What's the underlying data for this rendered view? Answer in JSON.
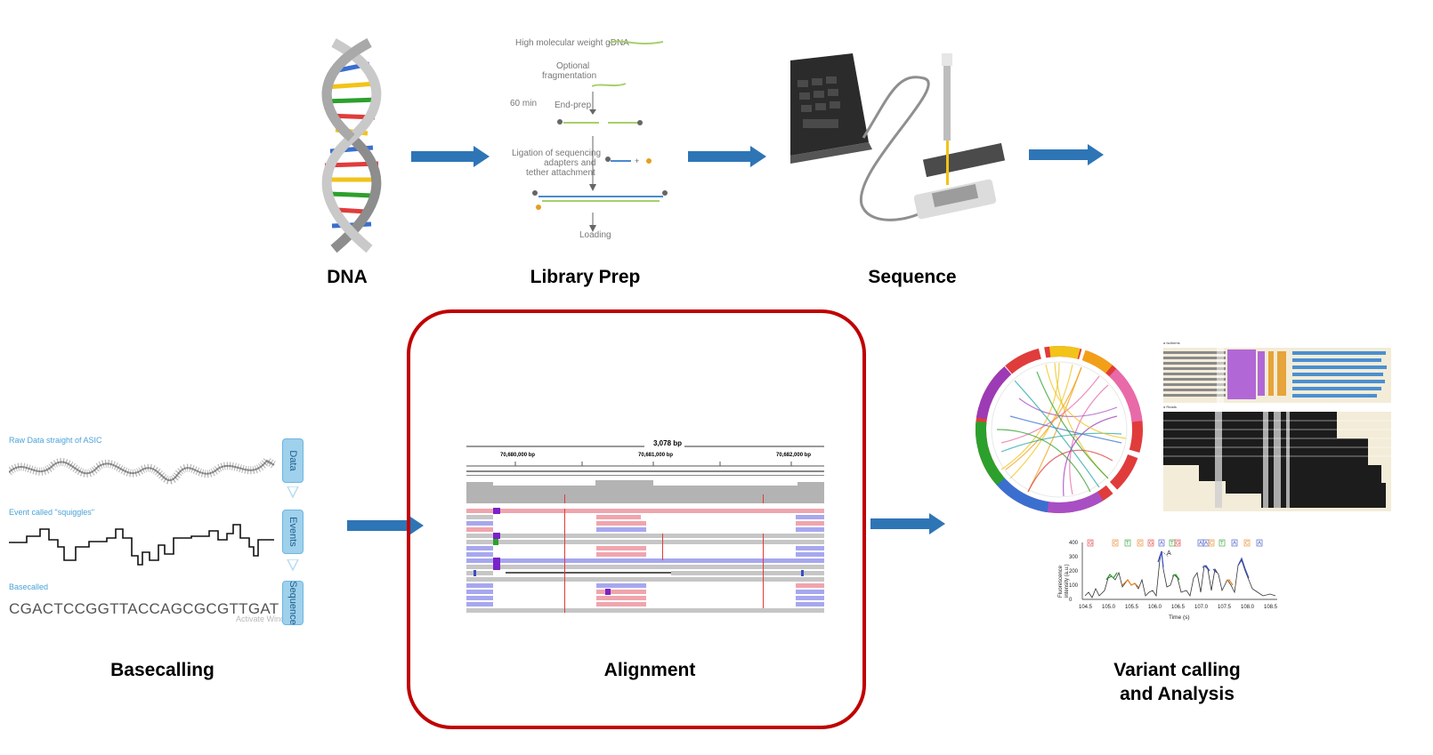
{
  "stages": {
    "dna": "DNA",
    "library_prep": "Library Prep",
    "sequence": "Sequence",
    "basecalling": "Basecalling",
    "alignment": "Alignment",
    "variant_line1": "Variant calling",
    "variant_line2": "and Analysis"
  },
  "library_prep": {
    "hmw": "High molecular weight gDNA",
    "optional1": "Optional",
    "optional2": "fragmentation",
    "time": "60 min",
    "endprep": "End-prep",
    "ligation1": "Ligation of sequencing",
    "ligation2": "adapters and",
    "ligation3": "tether attachment",
    "loading": "Loading"
  },
  "basecalling_panel": {
    "raw": "Raw Data straight of ASIC",
    "event": "Event called \"squiggles\"",
    "basecalled": "Basecalled",
    "sequence": "CGACTCCGGTTACCAGCGCGTTGAT",
    "pill_data": "Data",
    "pill_events": "Events",
    "pill_sequence": "Sequence",
    "watermark": "Activate Wind"
  },
  "alignment_panel": {
    "span": "3,078 bp",
    "tick1": "70,680,000 bp",
    "tick2": "70,681,000 bp",
    "tick3": "70,682,000 bp"
  },
  "trace_panel": {
    "yticks": [
      "400",
      "300",
      "200",
      "100",
      "0"
    ],
    "xticks": [
      "104.5",
      "105.0",
      "105.5",
      "106.0",
      "106.5",
      "107.0",
      "107.5",
      "108.0",
      "108.5"
    ],
    "ylabel1": "Fluorescence",
    "ylabel2": "intensity (a.u.)",
    "xlabel": "Time (s)",
    "bases": [
      "G",
      "C",
      "T",
      "C",
      "G",
      "A",
      "T",
      "G",
      "A",
      "A",
      "C",
      "T",
      "A",
      "C",
      "A"
    ],
    "annot": "A"
  },
  "isoform_panel": {
    "label_a": "a  Isoforms",
    "label_b": "d  Reads"
  },
  "colors": {
    "arrow": "#2e75b6",
    "highlight_box": "#c00000",
    "base_A": "#3a4fc4",
    "base_C": "#e6821e",
    "base_G": "#e03c3c",
    "base_T": "#2ca02c"
  }
}
